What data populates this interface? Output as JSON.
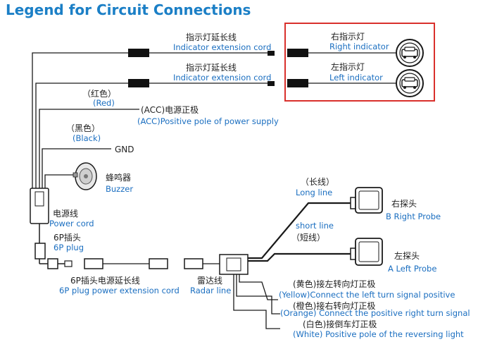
{
  "title": "Legend for Circuit Connections",
  "colors": {
    "title": "#1b7fc6",
    "english_text": "#1a6ec0",
    "highlight_box": "#d9302c",
    "wire": "#1a1a1a"
  },
  "labels": {
    "ext_cord_1_cn": "指示灯延长线",
    "ext_cord_1_en": "Indicator extension cord",
    "ext_cord_2_cn": "指示灯延长线",
    "ext_cord_2_en": "Indicator extension cord",
    "right_indicator_cn": "右指示灯",
    "right_indicator_en": "Right indicator",
    "left_indicator_cn": "左指示灯",
    "left_indicator_en": "Left indicator",
    "red_cn": "（红色）",
    "red_en": "(Red)",
    "acc_cn": "(ACC)电源正极",
    "acc_en": "(ACC)Positive pole of power supply",
    "black_cn": "（黑色）",
    "black_en": "(Black)",
    "gnd": "GND",
    "buzzer_cn": "蜂鸣器",
    "buzzer_en": "Buzzer",
    "power_cord_cn": "电源线",
    "power_cord_en": "Power cord",
    "plug_cn": "6P插头",
    "plug_en": "6P plug",
    "plug_ext_cn": "6P插头电源延长线",
    "plug_ext_en": "6P plug power extension cord",
    "radar_cn": "雷达线",
    "radar_en": "Radar  line",
    "long_line_cn": "（长线）",
    "long_line_en": "Long line",
    "short_line_en": "short line",
    "short_line_cn": "（短线）",
    "right_probe_cn": "右探头",
    "right_probe_en": "B Right Probe",
    "left_probe_cn": "左探头",
    "left_probe_en": "A Left Probe",
    "yellow_cn": "(黄色)接左转向灯正极",
    "yellow_en": "(Yellow)Connect the left turn signal positive",
    "orange_cn": "(橙色)接右转向灯正极",
    "orange_en": "(Orange) Connect the positive right turn signal",
    "white_cn": "(白色)接倒车灯正极",
    "white_en": "(White) Positive pole of the reversing light"
  }
}
